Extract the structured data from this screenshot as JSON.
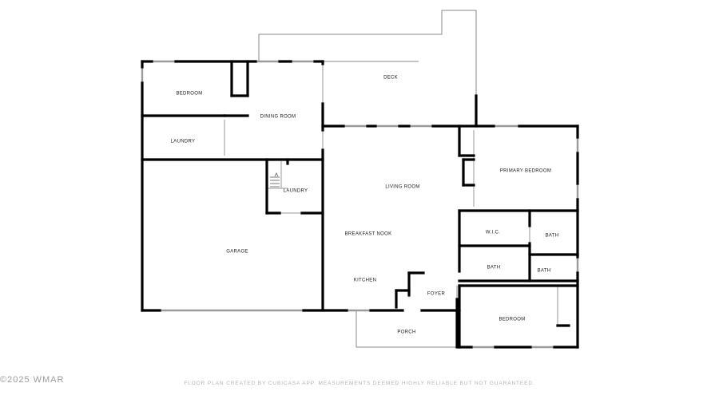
{
  "rooms": {
    "bedroom_upper": "BEDROOM",
    "dining_room": "DINING ROOM",
    "deck": "DECK",
    "laundry_left": "LAUNDRY",
    "laundry_small": "LAUNDRY",
    "living_room": "LIVING ROOM",
    "primary_bedroom": "PRIMARY BEDROOM",
    "garage": "GARAGE",
    "breakfast_nook": "BREAKFAST NOOK",
    "wic": "W.I.C.",
    "bath_upper": "BATH",
    "bath_middle": "BATH",
    "bath_right": "BATH",
    "kitchen": "KITCHEN",
    "foyer": "FOYER",
    "porch": "PORCH",
    "bedroom_lower": "BEDROOM"
  },
  "footer": {
    "disclaimer": "FLOOR PLAN CREATED BY CUBICASA APP. MEASUREMENTS DEEMED HIGHLY RELIABLE BUT NOT GUARANTEED."
  },
  "watermark": {
    "text": "©2025 WMAR"
  },
  "colors": {
    "wall": "#000000",
    "window": "#9a9a9a",
    "label": "#1a1a1a",
    "footer": "#b3b3b3"
  }
}
